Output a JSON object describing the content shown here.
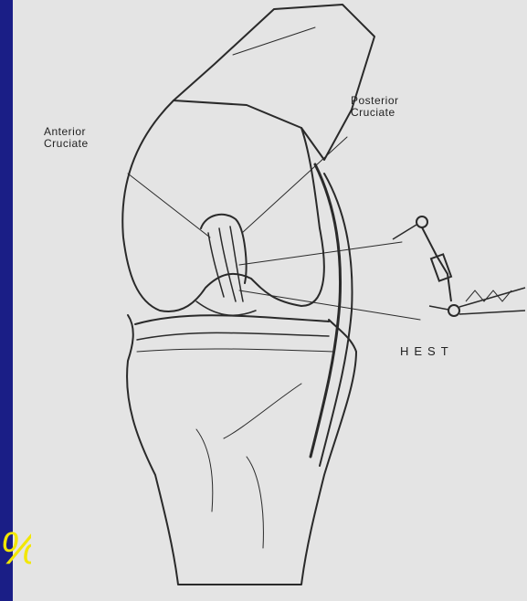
{
  "labels": {
    "anterior_cruciate": "Anterior\nCruciate",
    "posterior_cruciate": "Posterior\nCruciate",
    "hest": "HEST"
  },
  "fragment": {
    "text": "%"
  },
  "colors": {
    "background": "#1b1f8c",
    "paper": "#e4e4e4",
    "ink": "#222222",
    "accent_text": "#f2e700"
  },
  "icons": [
    "knee-joint-drawing",
    "strain-transducer-icon"
  ]
}
